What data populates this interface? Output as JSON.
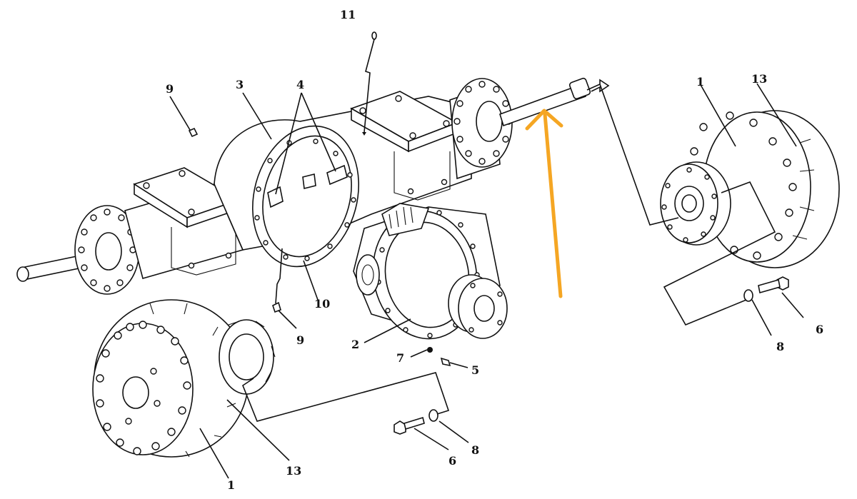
{
  "labels": {
    "l11": "11",
    "l9a": "9",
    "l3": "3",
    "l4": "4",
    "l10": "10",
    "l9b": "9",
    "l2": "2",
    "l7": "7",
    "l5": "5",
    "l1left": "1",
    "l13left": "13",
    "l6left": "6",
    "l8left": "8",
    "l1right": "1",
    "l13right": "13",
    "l8right": "8",
    "l6right": "6"
  },
  "colors": {
    "line": "#111111",
    "highlight_arrow": "#f5a623"
  }
}
